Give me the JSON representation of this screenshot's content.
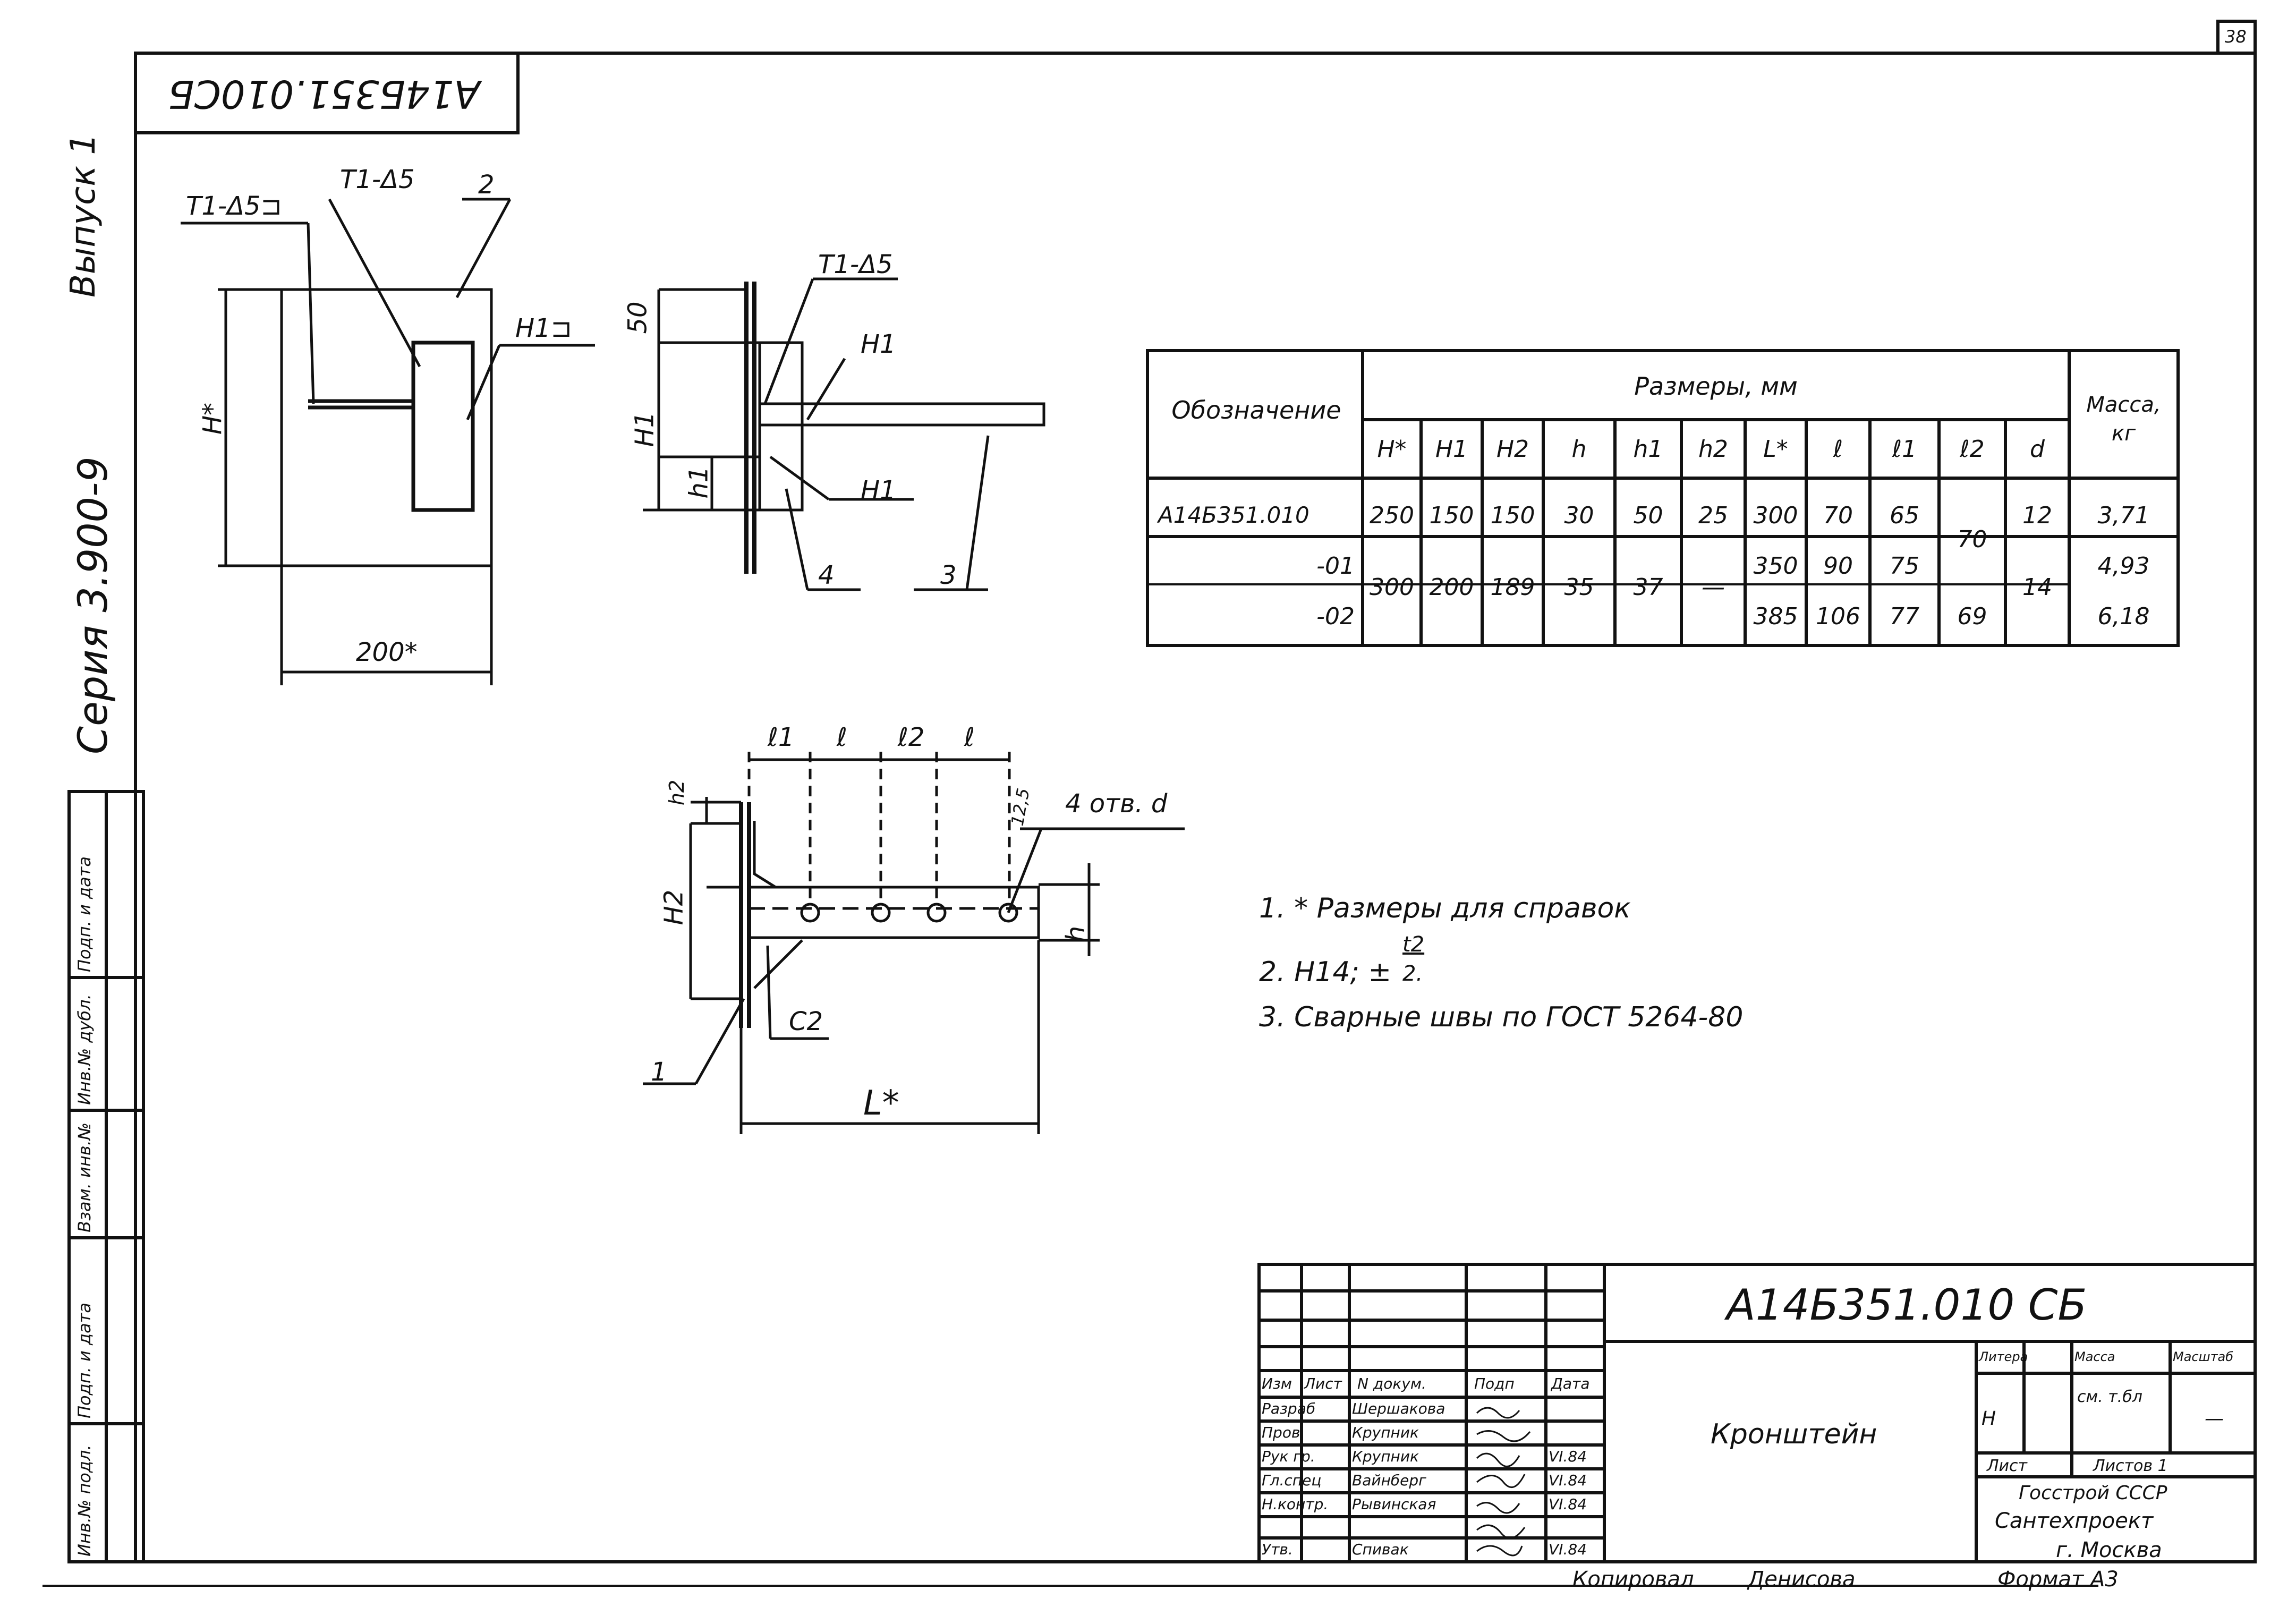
{
  "sheet": {
    "page_number": "38",
    "top_code_rotated": "А14Б351.010СБ",
    "series_label": "Серия 3.900-9",
    "issue_label": "Выпуск 1"
  },
  "sidebar_cells": [
    "Подп. и дата",
    "Инв.№ дубл.",
    "Взам. инв.№",
    "Подп. и дата",
    "Инв.№ подл."
  ],
  "view_top": {
    "weld_a": "Т1-Δ5⊐",
    "weld_b": "Т1-Δ5",
    "part_2": "2",
    "weld_h1": "Н1⊐",
    "dim_h": "Н*",
    "dim_width": "200*"
  },
  "view_side": {
    "weld": "Т1-Δ5",
    "dim_50": "50",
    "weld_h1_top": "Н1",
    "dim_H1": "Н1",
    "dim_h1": "h1",
    "weld_h1_bottom": "Н1",
    "part_4": "4",
    "part_3": "3"
  },
  "view_bottom": {
    "dim_l1": "ℓ1",
    "dim_l": "ℓ",
    "dim_l2": "ℓ2",
    "dim_l_b": "ℓ",
    "dim_h2": "h2",
    "dim_H2": "Н2",
    "dim_h": "h",
    "angle": "12,5",
    "holes": "4 отв. d",
    "part_1": "1",
    "weld_c2": "С2",
    "dim_L": "L*"
  },
  "spec_table": {
    "col_designation": "Обозначение",
    "group_header": "Размеры, мм",
    "col_mass": "Масса, кг",
    "subcols": [
      "Н*",
      "Н1",
      "Н2",
      "h",
      "h1",
      "h2",
      "L*",
      "ℓ",
      "ℓ1",
      "ℓ2",
      "d"
    ],
    "rows": [
      {
        "designation": "А14Б351.010",
        "H": "250",
        "H1": "150",
        "H2": "150",
        "h": "30",
        "h1": "50",
        "h2": "25",
        "L": "300",
        "l": "70",
        "l1": "65",
        "mass": "3,71"
      },
      {
        "designation": "-01",
        "L": "350",
        "l": "90",
        "l1": "75",
        "mass": "4,93"
      },
      {
        "designation": "-02",
        "L": "385",
        "l": "106",
        "l1": "77",
        "l2": "69",
        "mass": "6,18"
      }
    ],
    "merged": {
      "H": "300",
      "H1": "200",
      "H2": "189",
      "h": "35",
      "h1": "37",
      "h2": "—",
      "l2_top": "70",
      "d_top": "12",
      "d_bottom": "14"
    }
  },
  "notes": [
    "1. * Размеры для справок",
    "2. Н14; ±",
    "3. Сварные швы по ГОСТ 5264-80"
  ],
  "note2_fraction": {
    "num": "t2",
    "den": "2."
  },
  "title_block": {
    "code": "А14Б351.010 СБ",
    "name": "Кронштейн",
    "header_labels": [
      "Изм",
      "Лист",
      "N докум.",
      "Подп",
      "Дата"
    ],
    "roles": [
      {
        "role": "Разраб",
        "name": "Шершакова",
        "date": ""
      },
      {
        "role": "Пров.",
        "name": "Крупник",
        "date": ""
      },
      {
        "role": "Рук гр.",
        "name": "Крупник",
        "date": "VI.84"
      },
      {
        "role": "Гл.спец",
        "name": "Вайнберг",
        "date": "VI.84"
      },
      {
        "role": "Н.контр.",
        "name": "Рывинская",
        "date": "VI.84"
      },
      {
        "role": "Утв.",
        "name": "Спивак",
        "date": "VI.84"
      }
    ],
    "litera_label": "Литера",
    "mass_label": "Масса",
    "scale_label": "Масштаб",
    "litera_value": "Н",
    "mass_value": "см. т.бл",
    "scale_value": "—",
    "sheet_label": "Лист",
    "sheets_label": "Листов 1",
    "org1": "Госстрой СССР",
    "org2": "Сантехпроект",
    "org3": "г. Москва",
    "copied_by": "Копировал",
    "copier": "Денисова",
    "format": "Формат А3"
  }
}
